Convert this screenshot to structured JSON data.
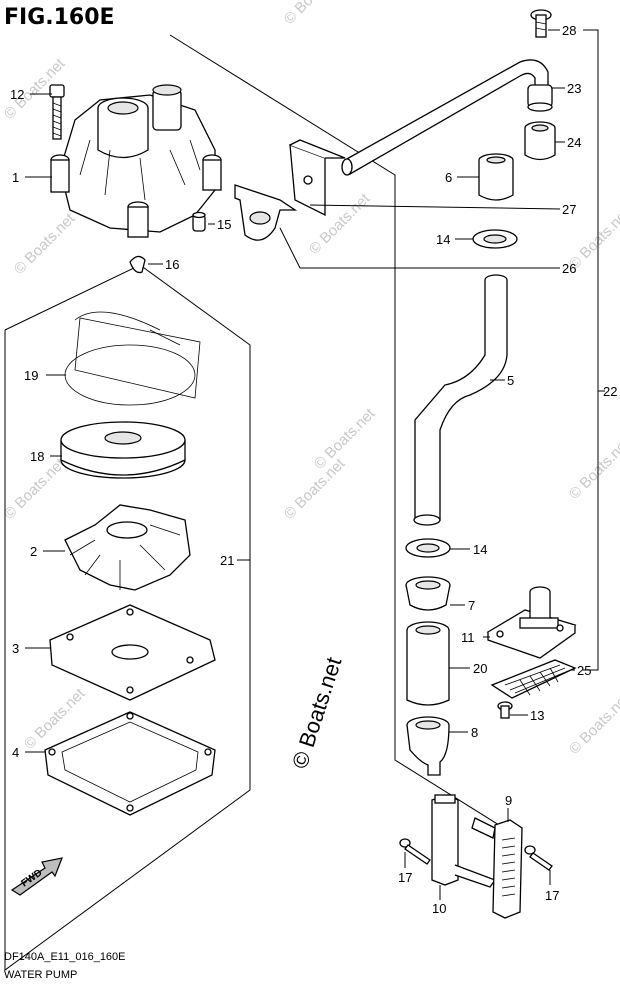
{
  "figure": {
    "title": "FIG.160E",
    "code": "DF140A_E11_016_160E",
    "caption": "WATER PUMP",
    "direction_label": "FWD",
    "copyright": "© Boats.net",
    "watermark": "© Boats.net"
  },
  "callouts": {
    "c1": "1",
    "c2": "2",
    "c3": "3",
    "c4": "4",
    "c5": "5",
    "c6": "6",
    "c7": "7",
    "c8": "8",
    "c9": "9",
    "c10": "10",
    "c11": "11",
    "c12": "12",
    "c13": "13",
    "c14a": "14",
    "c14b": "14",
    "c15": "15",
    "c16": "16",
    "c17a": "17",
    "c17b": "17",
    "c18": "18",
    "c19": "19",
    "c20": "20",
    "c21": "21",
    "c22": "22",
    "c23": "23",
    "c24": "24",
    "c25": "25",
    "c26": "26",
    "c27": "27",
    "c28": "28"
  }
}
